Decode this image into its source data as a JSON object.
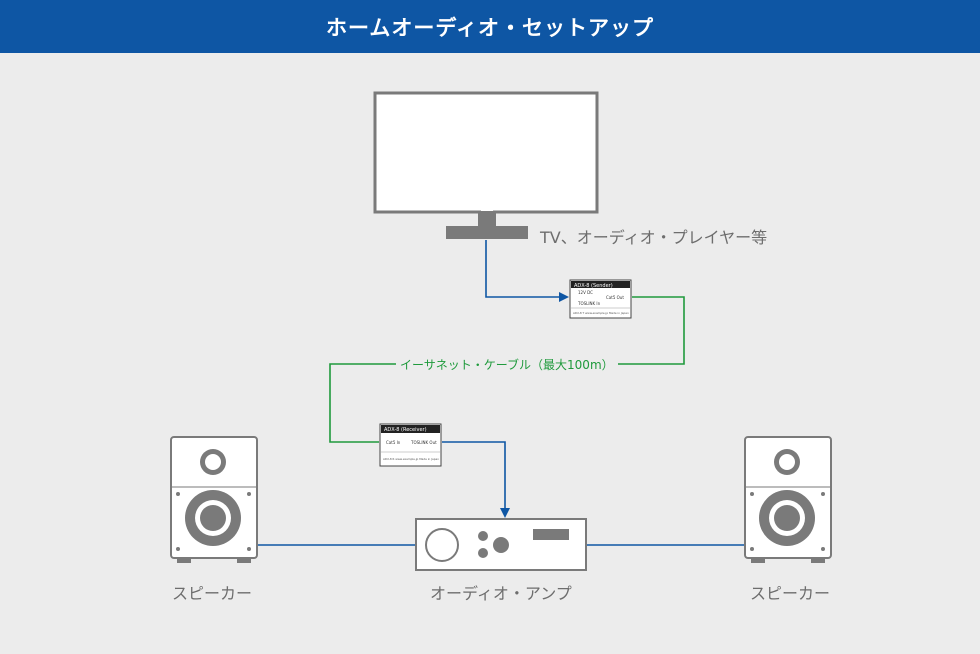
{
  "header": {
    "title": "ホームオーディオ・セットアップ"
  },
  "labels": {
    "tv": "TV、オーディオ・プレイヤー等",
    "cable": "イーサネット・ケーブル（最大100m）",
    "speaker_left": "スピーカー",
    "amp": "オーディオ・アンプ",
    "speaker_right": "スピーカー"
  },
  "sender": {
    "title": "ADX-8 (Sender)",
    "port_dc": "12V DC",
    "port_cat": "Cat5 Out",
    "port_toslink": "TOSLINK In",
    "footer": "ADX-8 T   www.example.jp   Made in Japan"
  },
  "receiver": {
    "title": "ADX-8 (Receiver)",
    "port_cat": "Cat5 In",
    "port_toslink": "TOSLINK Out",
    "footer": "ADX-8 R   www.example.jp   Made in Japan"
  },
  "colors": {
    "header": "#0e56a4",
    "audio_line": "#0e56a4",
    "ethernet_line": "#1f9a3c",
    "device_stroke": "#7a7a7a"
  }
}
